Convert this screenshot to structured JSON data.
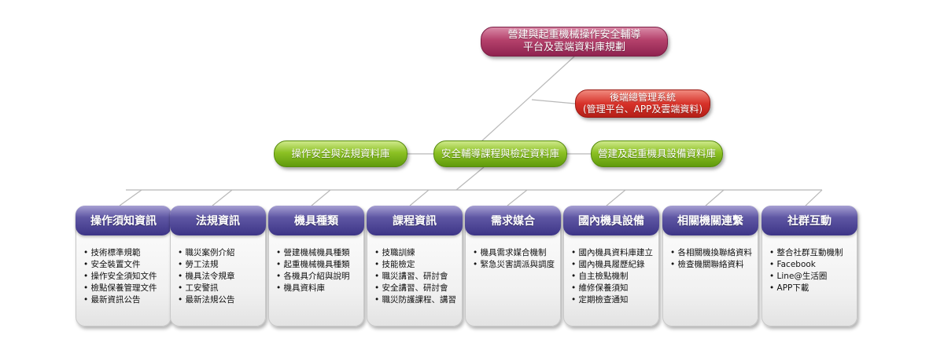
{
  "root": {
    "line1": "營建與起重機械操作安全輔導",
    "line2": "平台及雲端資料庫規劃"
  },
  "backend": {
    "line1": "後端總管理系統",
    "line2": "(管理平台、APP及雲端資料)"
  },
  "databases": {
    "left": "操作安全與法規資料庫",
    "center": "安全輔導課程與檢定資料庫",
    "right": "營建及起重機具設備資料庫"
  },
  "categories": [
    {
      "title": "操作須知資訊",
      "items": [
        "技術標準規範",
        "安全裝置文件",
        "操作安全須知文件",
        "檢點保養管理文件",
        "最新資訊公告"
      ]
    },
    {
      "title": "法規資訊",
      "items": [
        "職災案例介紹",
        "勞工法規",
        "機具法令規章",
        "工安警訊",
        "最新法規公告"
      ]
    },
    {
      "title": "機具種類",
      "items": [
        "營建機械機具種類",
        "起重機械機具種類",
        "各機具介紹與說明",
        "機具資料庫"
      ]
    },
    {
      "title": "課程資訊",
      "items": [
        "技職訓練",
        "技能檢定",
        "職災講習、研討會",
        "安全講習、研討會",
        "職災防護課程、講習"
      ]
    },
    {
      "title": "需求媒合",
      "items": [
        "機具需求媒合機制",
        "緊急災害調派與調度"
      ]
    },
    {
      "title": "國內機具設備",
      "items": [
        "國內機具資料庫建立",
        "國內機具履歷紀錄",
        "自主檢點機制",
        "維修保養須知",
        "定期檢查通知"
      ]
    },
    {
      "title": "相關機關連繫",
      "items": [
        "各相關機換聯絡資料",
        "檢查機關聯絡資料"
      ]
    },
    {
      "title": "社群互動",
      "items": [
        "整合社群互動機制",
        "Facebook",
        "Line@生活圈",
        "APP下載"
      ]
    }
  ]
}
